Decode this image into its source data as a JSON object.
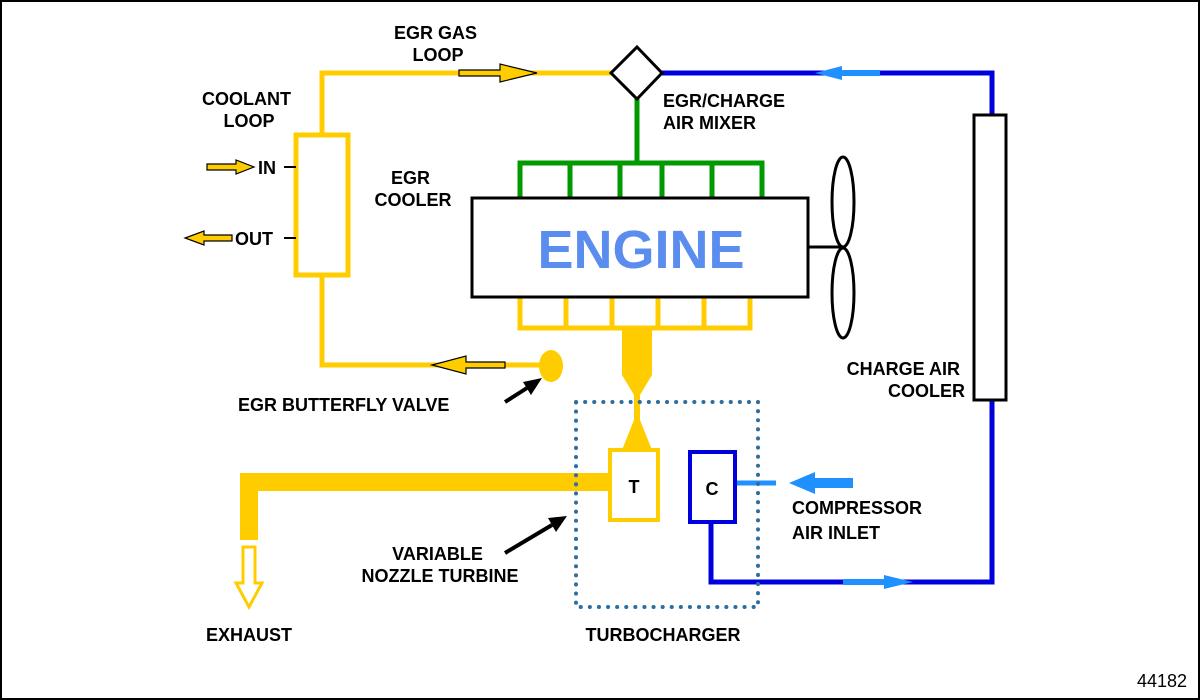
{
  "colors": {
    "egr": "#FFCC00",
    "charge_air": "#0000DD",
    "intake": "#009900",
    "flow_arrow_blue": "#1E90FF",
    "engine_text": "#5B8DEF",
    "turbo_box": "#2E6E9E",
    "outline": "#000000"
  },
  "labels": {
    "egr_gas_loop": [
      "EGR GAS",
      "LOOP"
    ],
    "coolant_loop": [
      "COOLANT",
      "LOOP"
    ],
    "in": "IN",
    "out": "OUT",
    "egr_cooler": [
      "EGR",
      "COOLER"
    ],
    "egr_charge_air_mixer": [
      "EGR/CHARGE",
      "AIR MIXER"
    ],
    "engine": "ENGINE",
    "charge_air_cooler": [
      "CHARGE  AIR",
      "COOLER"
    ],
    "egr_butterfly_valve": "EGR BUTTERFLY  VALVE",
    "turbine": "T",
    "compressor": "C",
    "compressor_air_inlet": [
      "COMPRESSOR",
      "AIR INLET"
    ],
    "variable_nozzle_turbine": [
      "VARIABLE",
      "NOZZLE TURBINE"
    ],
    "exhaust": "EXHAUST",
    "turbocharger": "TURBOCHARGER"
  },
  "figure_number": "44182",
  "icons": {
    "flow_arrow": "arrow-right-icon",
    "fan": "fan-icon",
    "mixer": "diamond-icon",
    "valve": "valve-icon"
  }
}
